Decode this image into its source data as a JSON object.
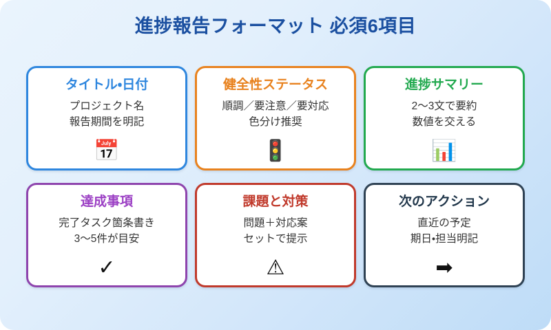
{
  "poster": {
    "title": "進捗報告フォーマット 必須6項目",
    "background_from": "#eaf4fd",
    "background_to": "#bedcf7",
    "title_color": "#1a4fa0"
  },
  "cards": [
    {
      "heading": "タイトル・日付",
      "body_line1": "プロジェクト名",
      "body_line2": "報告期間を明記",
      "icon": "calendar-icon",
      "icon_glyph": "📅",
      "accent": "#2e86de"
    },
    {
      "heading": "健全性ステータス",
      "body_line1": "順調／要注意／要対応",
      "body_line2": "色分け推奨",
      "icon": "traffic-light-icon",
      "icon_glyph": "🚦",
      "accent": "#e8821e"
    },
    {
      "heading": "進捗サマリー",
      "body_line1": "2〜3文で要約",
      "body_line2": "数値を交える",
      "icon": "bar-chart-icon",
      "icon_glyph": "📊",
      "accent": "#22a94f"
    },
    {
      "heading": "達成事項",
      "body_line1": "完了タスク箇条書き",
      "body_line2": "3〜5件が目安",
      "icon": "check-mark-icon",
      "icon_glyph": "✓",
      "accent": "#8e44ad"
    },
    {
      "heading": "課題と対策",
      "body_line1": "問題＋対応案",
      "body_line2": "セットで提示",
      "icon": "warning-triangle-icon",
      "icon_glyph": "⚠",
      "accent": "#c0392b"
    },
    {
      "heading": "次のアクション",
      "body_line1": "直近の予定",
      "body_line2": "期日・担当明記",
      "icon": "arrow-right-box-icon",
      "icon_glyph": "➡",
      "accent": "#2f4254"
    }
  ]
}
